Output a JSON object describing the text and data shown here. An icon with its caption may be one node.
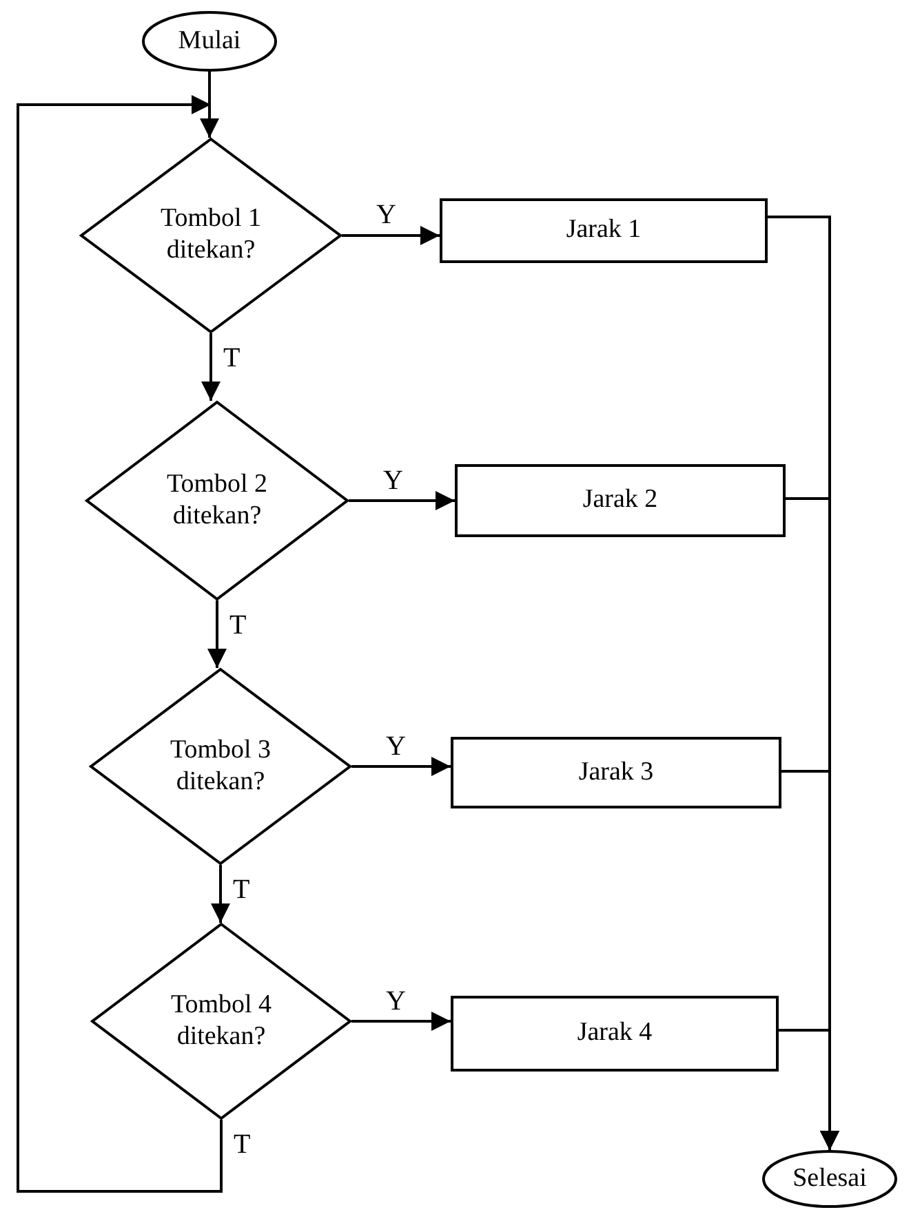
{
  "diagram": {
    "nodes": [
      {
        "text": [
          "Mulai"
        ]
      },
      {
        "text": [
          "Tombol 1 ditekan?"
        ]
      },
      {
        "text": [
          "Jarak 1"
        ]
      },
      {
        "text": [
          "Tombol 2 ditekan?"
        ]
      },
      {
        "text": [
          "Jarak 2"
        ]
      },
      {
        "text": [
          "Tombol 3 ditekan?"
        ]
      },
      {
        "text": [
          "Jarak 3"
        ]
      },
      {
        "text": [
          "Tombol 4 ditekan?"
        ]
      },
      {
        "text": [
          "Jarak 4"
        ]
      },
      {
        "text": [
          "Selesai"
        ]
      }
    ],
    "edges": [
      {
        "from": 0,
        "to": 1,
        "arrow": "to"
      },
      {
        "from": 1,
        "to": 2,
        "arrow": "to",
        "label": "Y"
      },
      {
        "from": 1,
        "to": 3,
        "arrow": "to",
        "label": "T"
      },
      {
        "from": 3,
        "to": 4,
        "arrow": "to",
        "label": "Y"
      },
      {
        "from": 3,
        "to": 5,
        "arrow": "to",
        "label": "T"
      },
      {
        "from": 5,
        "to": 6,
        "arrow": "to",
        "label": "Y"
      },
      {
        "from": 5,
        "to": 7,
        "arrow": "to",
        "label": "T"
      },
      {
        "from": 7,
        "to": 8,
        "arrow": "to",
        "label": "Y"
      },
      {
        "from": 7,
        "to": 1,
        "arrow": "to",
        "label": "T"
      },
      {
        "from": 2,
        "to": 9,
        "arrow": "to"
      },
      {
        "from": 4,
        "to": 9,
        "arrow": "to"
      },
      {
        "from": 6,
        "to": 9,
        "arrow": "to"
      },
      {
        "from": 8,
        "to": 9,
        "arrow": "to"
      }
    ]
  }
}
